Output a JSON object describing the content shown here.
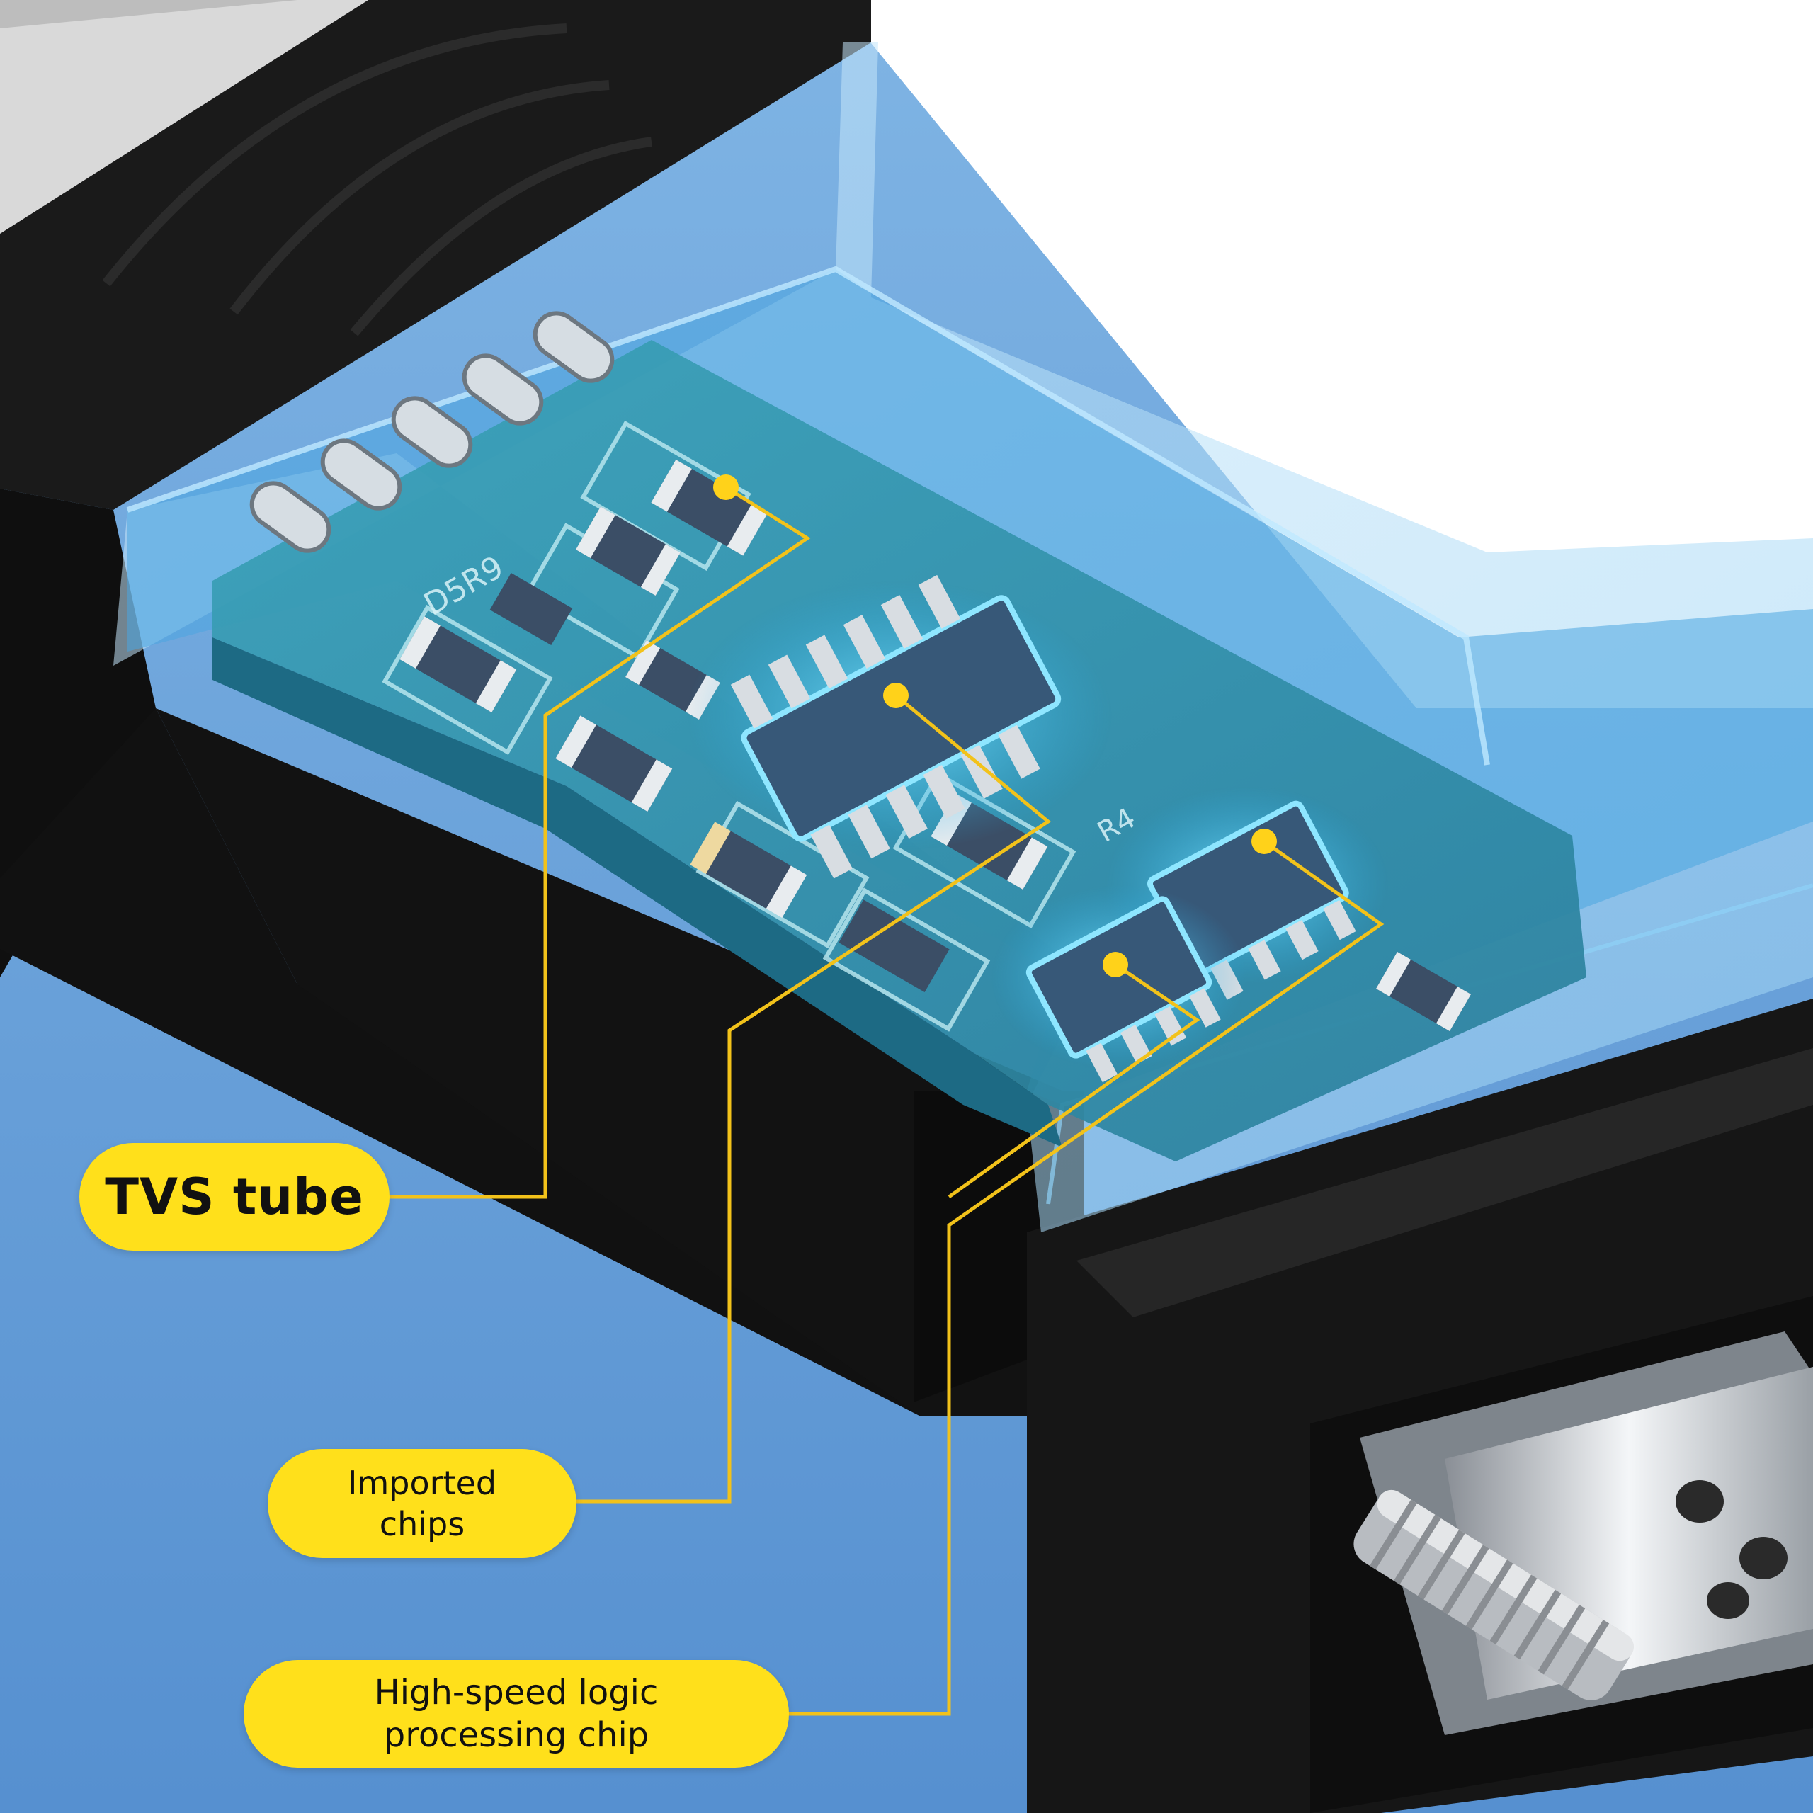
{
  "callouts": {
    "tvs_tube": "TVS tube",
    "imported_chips": {
      "line1": "Imported",
      "line2": "chips"
    },
    "high_speed": {
      "line1": "High-speed logic",
      "line2": "processing chip"
    }
  },
  "pcb_silkscreen": {
    "d5r9": "D5R9",
    "r4": "R4"
  },
  "colors": {
    "background_blue": "#5f9ad6",
    "callout_yellow": "#ffe01b",
    "leader_line": "#f2c21a",
    "housing_black": "#151515",
    "pcb_teal": "#2e8fa8",
    "glass_blue": "#58b2e8"
  }
}
